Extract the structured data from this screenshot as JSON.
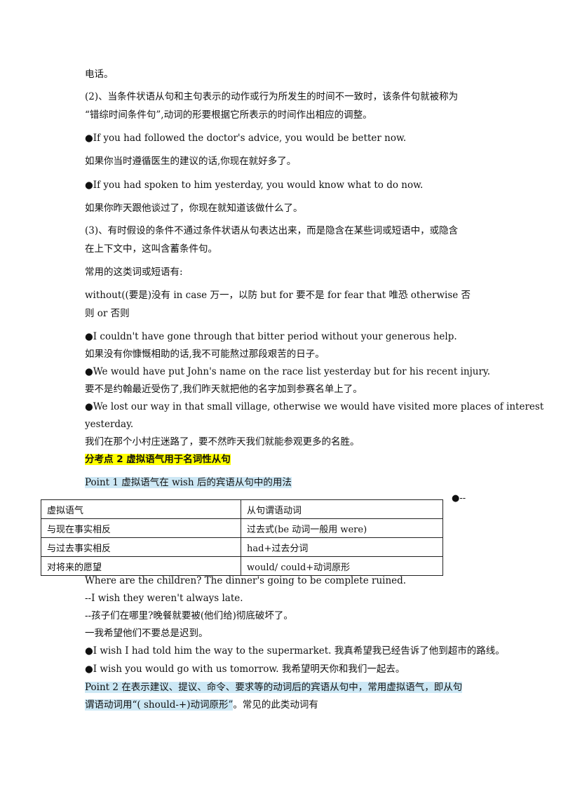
{
  "lines": {
    "l1": "电话。",
    "l2a": "(2)、当条件状语从句和主句表示的动作或行为所发生的时间不一致时，该条件句就被称为",
    "l2b": "“错综时间条件句”,动词的形要根据它所表示的时间作出相应的调整。",
    "l3": "●If you had followed the doctor's advice, you would be better now.",
    "l4": "如果你当时遵循医生的建议的话,你现在就好多了。",
    "l5": "●If you had spoken to him yesterday, you would know what to do now.",
    "l6": "如果你昨天跟他谈过了，你现在就知道该做什么了。",
    "l7a": "(3)、有时假设的条件不通过条件状语从句表达出来，而是隐含在某些词或短语中，或隐含",
    "l7b": "在上下文中，这叫含蓄条件句。",
    "l8": "常用的这类词或短语有:",
    "l9a": "without((要是)没有    in case 万一，以防     but for 要不是    for fear that 唯恐     otherwise 否",
    "l9b": "则    or 否则",
    "l10": "●I couldn't have gone through that bitter period without your generous help.",
    "l11": "如果没有你慷慨相助的话,我不可能熬过那段艰苦的日子。",
    "l12": "●We would have put John's name on the race list yesterday but for his recent injury.",
    "l13": "要不是约翰最近受伤了,我们昨天就把他的名字加到参赛名单上了。",
    "l14a": "●We lost our way in that small village, otherwise we would have visited more places of interest",
    "l14b": "yesterday.",
    "l15": "我们在那个小村庄迷路了，要不然昨天我们就能参观更多的名胜。",
    "heading": "分考点 2 虚拟语气用于名词性从句",
    "point1": "Point 1    虚拟语气在 wish 后的宾语从句中的用法",
    "side_note": "●--",
    "l16": "Where are the children? The dinner's going to be complete ruined.",
    "l17": "--I wish they weren't always late.",
    "l18": "--孩子们在哪里?晚餐就要被(他们给)彻底破坏了。",
    "l19": "一我希望他们不要总是迟到。",
    "l20": "●I wish I had told him the way to the supermarket.        我真希望我已经告诉了他到超市的路线。",
    "l21": "●I wish you would go with us tomorrow.        我希望明天你和我们一起去。",
    "point2a": "Point 2  在表示建议、提议、命令、要求等的动词后的宾语从句中，常用虚拟语气，即从句",
    "point2b": "谓语动词用“( should-+)动词原形”",
    "point2_tail": "。常见的此类动词有"
  },
  "table": {
    "rows": [
      [
        "虚拟语气",
        "从句谓语动词"
      ],
      [
        "与现在事实相反",
        "过去式(be 动词一般用 were)"
      ],
      [
        "与过去事实相反",
        "had+过去分词"
      ],
      [
        "对将来的愿望",
        "would/ could+动词原形"
      ]
    ]
  }
}
